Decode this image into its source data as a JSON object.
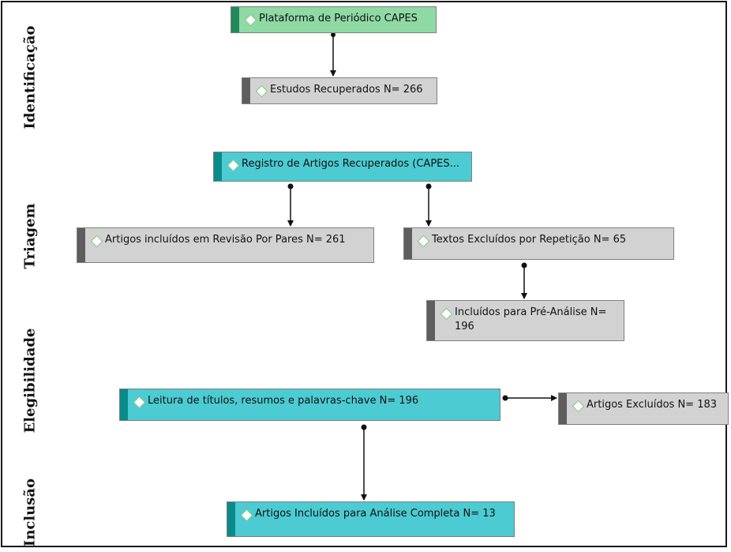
{
  "stages": {
    "identification": "Identificação",
    "screening": "Triagem",
    "eligibility": "Elegibilidade",
    "inclusion": "Inclusão"
  },
  "nodes": {
    "platform": "Plataforma de Periódico CAPES",
    "retrieved": "Estudos Recuperados N= 266",
    "registry": "Registro de Artigos Recuperados (CAPES...",
    "peer_review": "Artigos incluídos em Revisão Por Pares N= 261",
    "excluded_repetition": "Textos Excluídos por Repetição N= 65",
    "pre_analysis": "Incluídos para Pré-Análise N= 196",
    "reading": "Leitura de títulos, resumos e palavras-chave  N= 196",
    "excluded_articles": "Artigos Excluídos N= 183",
    "final_included": "Artigos Incluídos para Análise Completa N= 13"
  },
  "colors": {
    "green": "#8fd9a4",
    "gray": "#d2d2d2",
    "teal": "#4ccbd2"
  }
}
